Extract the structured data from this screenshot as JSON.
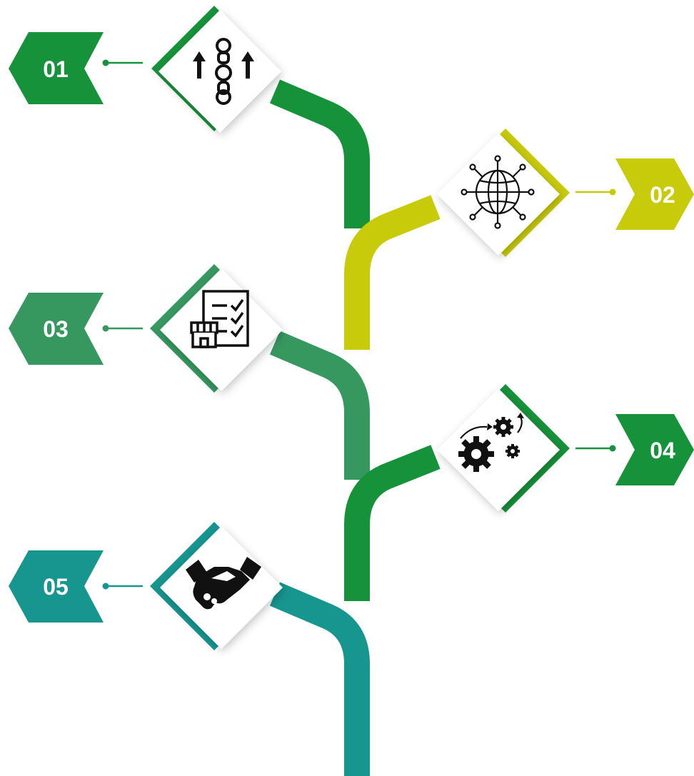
{
  "steps": [
    {
      "label": "01",
      "icon": "supply-chain-gears-arrows-icon",
      "color": "#16923a"
    },
    {
      "label": "02",
      "icon": "globe-network-icon",
      "color": "#c8cb0a"
    },
    {
      "label": "03",
      "icon": "store-checklist-icon",
      "color": "#36985f"
    },
    {
      "label": "04",
      "icon": "gears-cycle-icon",
      "color": "#16923a"
    },
    {
      "label": "05",
      "icon": "handshake-icon",
      "color": "#17958f"
    }
  ],
  "colors": {
    "shadow": "#d9d9d9",
    "icon": "#111111",
    "tile": "#ffffff"
  }
}
